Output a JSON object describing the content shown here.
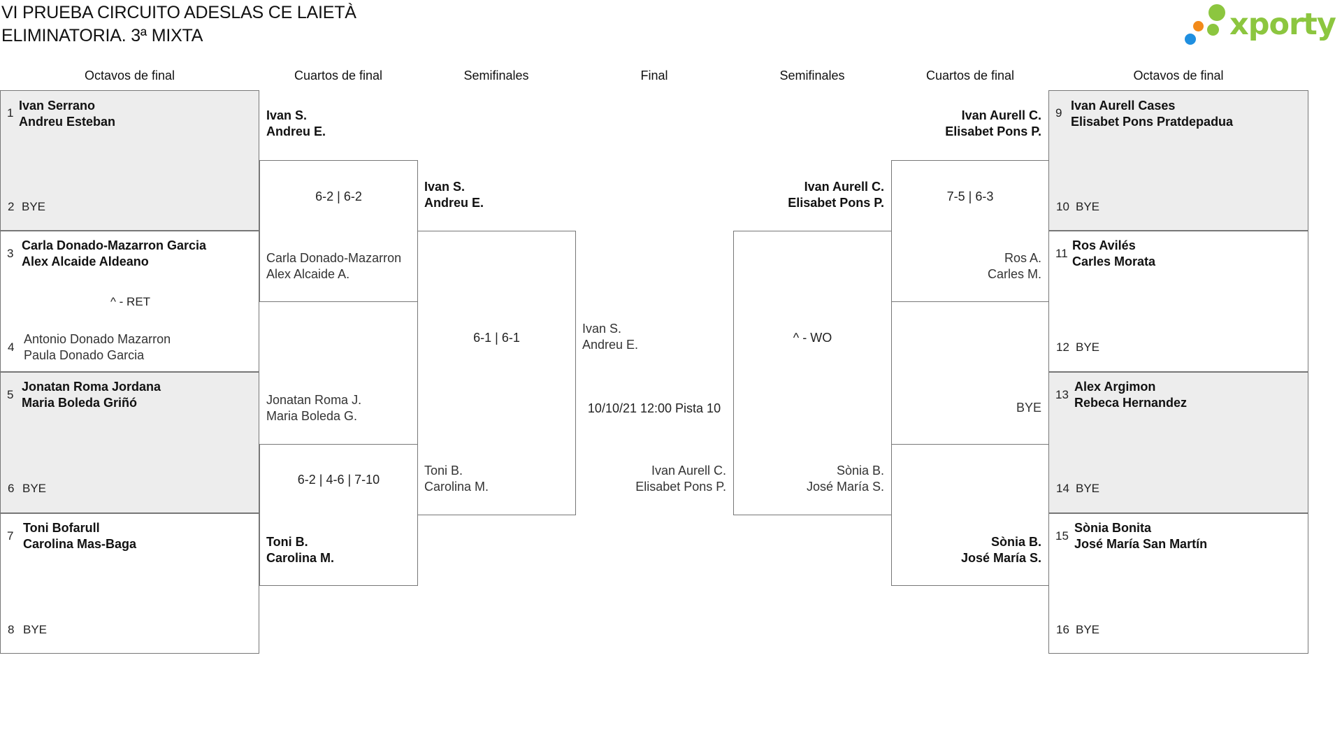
{
  "title_line1": "VI PRUEBA CIRCUITO ADESLAS CE LAIETÀ",
  "title_line2": "ELIMINATORIA. 3ª MIXTA",
  "brand": "xporty",
  "headers": {
    "l_r16": "Octavos de final",
    "l_qf": "Cuartos de final",
    "l_sf": "Semifinales",
    "final": "Final",
    "r_sf": "Semifinales",
    "r_qf": "Cuartos de final",
    "r_r16": "Octavos de final"
  },
  "left_r16": [
    {
      "seed_a": "1",
      "a1": "Ivan Serrano",
      "a2": "Andreu Esteban",
      "seed_b": "2",
      "b1": "BYE",
      "b2": "",
      "note": ""
    },
    {
      "seed_a": "3",
      "a1": "Carla Donado-Mazarron Garcia",
      "a2": "Alex Alcaide Aldeano",
      "seed_b": "4",
      "b1": "Antonio Donado Mazarron",
      "b2": "Paula Donado Garcia",
      "note": "^ - RET"
    },
    {
      "seed_a": "5",
      "a1": "Jonatan Roma Jordana",
      "a2": "Maria Boleda Griñó",
      "seed_b": "6",
      "b1": "BYE",
      "b2": "",
      "note": ""
    },
    {
      "seed_a": "7",
      "a1": "Toni Bofarull",
      "a2": "Carolina Mas-Baga",
      "seed_b": "8",
      "b1": "BYE",
      "b2": "",
      "note": ""
    }
  ],
  "right_r16": [
    {
      "seed_a": "9",
      "a1": "Ivan Aurell Cases",
      "a2": "Elisabet Pons Pratdepadua",
      "seed_b": "10",
      "b1": "BYE"
    },
    {
      "seed_a": "11",
      "a1": "Ros Avilés",
      "a2": "Carles Morata",
      "seed_b": "12",
      "b1": "BYE"
    },
    {
      "seed_a": "13",
      "a1": "Alex Argimon",
      "a2": "Rebeca Hernandez",
      "seed_b": "14",
      "b1": "BYE"
    },
    {
      "seed_a": "15",
      "a1": "Sònia Bonita",
      "a2": "José María San Martín",
      "seed_b": "16",
      "b1": "BYE"
    }
  ],
  "left_qf": [
    {
      "a1": "Ivan S.",
      "a2": "Andreu E.",
      "score": "6-2 | 6-2",
      "b1": "Carla Donado-Mazarron",
      "b2": "Alex Alcaide A."
    },
    {
      "a1": "Jonatan Roma J.",
      "a2": "Maria Boleda G.",
      "score": "6-2 | 4-6 | 7-10",
      "b1": "Toni B.",
      "b2": "Carolina M."
    }
  ],
  "right_qf": [
    {
      "a1": "Ivan Aurell C.",
      "a2": "Elisabet Pons P.",
      "score": "7-5 | 6-3",
      "b1": "Ros A.",
      "b2": "Carles M."
    },
    {
      "a1": "BYE",
      "a2": "",
      "score": "",
      "b1": "Sònia B.",
      "b2": "José María S."
    }
  ],
  "left_sf": {
    "a1": "Ivan S.",
    "a2": "Andreu E.",
    "score": "6-1 | 6-1",
    "b1": "Toni B.",
    "b2": "Carolina M."
  },
  "right_sf": {
    "a1": "Ivan Aurell C.",
    "a2": "Elisabet Pons P.",
    "score": "^ - WO",
    "b1": "Sònia B.",
    "b2": "José María S."
  },
  "final": {
    "a1": "Ivan S.",
    "a2": "Andreu E.",
    "info": "10/10/21 12:00 Pista 10",
    "b1": "Ivan Aurell C.",
    "b2": "Elisabet Pons P."
  },
  "colors": {
    "shade": "#ededed",
    "border": "#777777",
    "brand_green": "#8cc63f",
    "brand_blue": "#1f8fe0",
    "brand_orange": "#f28a1a"
  }
}
